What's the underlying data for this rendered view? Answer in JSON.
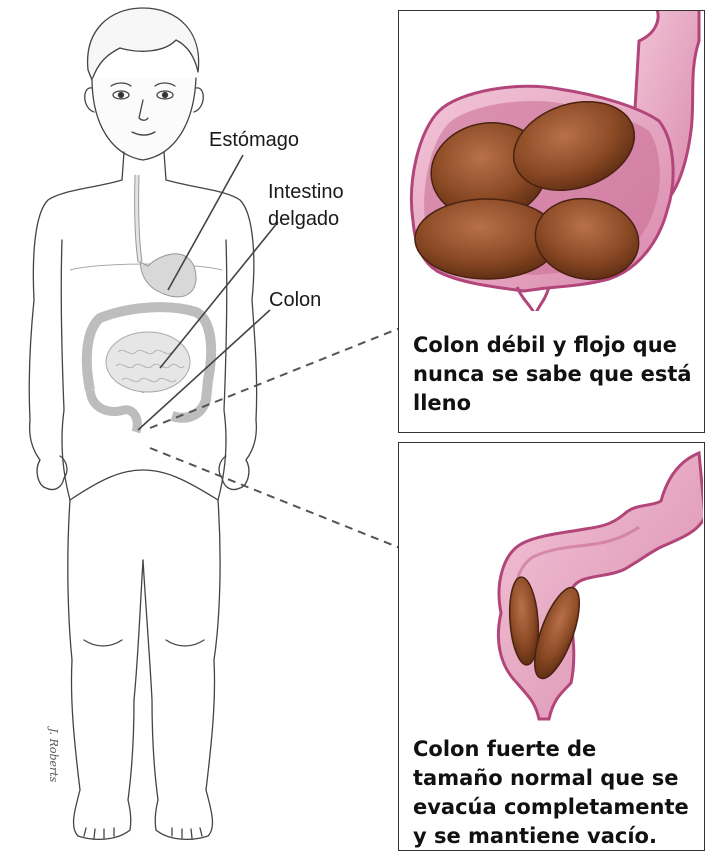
{
  "labels": {
    "stomach": "Estómago",
    "small_intestine_line1": "Intestino",
    "small_intestine_line2": "delgado",
    "colon": "Colon"
  },
  "panels": {
    "top": {
      "caption_lines": [
        "Colon débil y flojo que",
        "nunca se sabe que está",
        "lleno"
      ]
    },
    "bottom": {
      "caption_lines": [
        "Colon fuerte de",
        "tamaño normal que se",
        "evacúa completamente",
        "y se mantiene vacío."
      ]
    }
  },
  "artist_signature": "J. Roberts",
  "colors": {
    "colon_pink": "#e7a6c0",
    "colon_rim": "#b2457a",
    "stool_brown": "#8b4a25",
    "leader_line": "#555555"
  }
}
